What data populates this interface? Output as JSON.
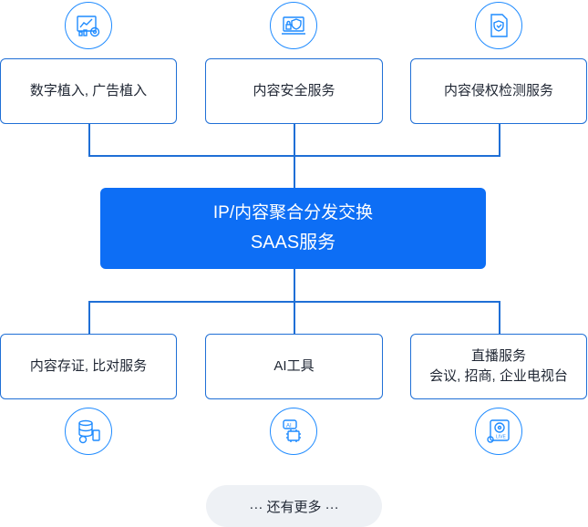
{
  "top_services": [
    {
      "label": "数字植入, 广告植入",
      "icon": "data-chart-gear-icon"
    },
    {
      "label": "内容安全服务",
      "icon": "laptop-shield-lock-icon"
    },
    {
      "label": "内容侵权检测服务",
      "icon": "document-shield-icon"
    }
  ],
  "hub": {
    "line1": "IP/内容聚合分发交换",
    "line2": "SAAS服务"
  },
  "bottom_services": [
    {
      "label": "内容存证, 比对服务",
      "icon": "database-certificate-icon"
    },
    {
      "label": "AI工具",
      "icon": "ai-chip-icon"
    },
    {
      "label_line1": "直播服务",
      "label_line2": "会议, 招商, 企业电视台",
      "icon": "live-broadcast-icon"
    }
  ],
  "more": {
    "label": "··· 还有更多 ···"
  },
  "colors": {
    "accent": "#0d6ef5",
    "border": "#1f6fd6",
    "icon_stroke": "#1f8bff",
    "more_bg": "#eef1f5"
  }
}
